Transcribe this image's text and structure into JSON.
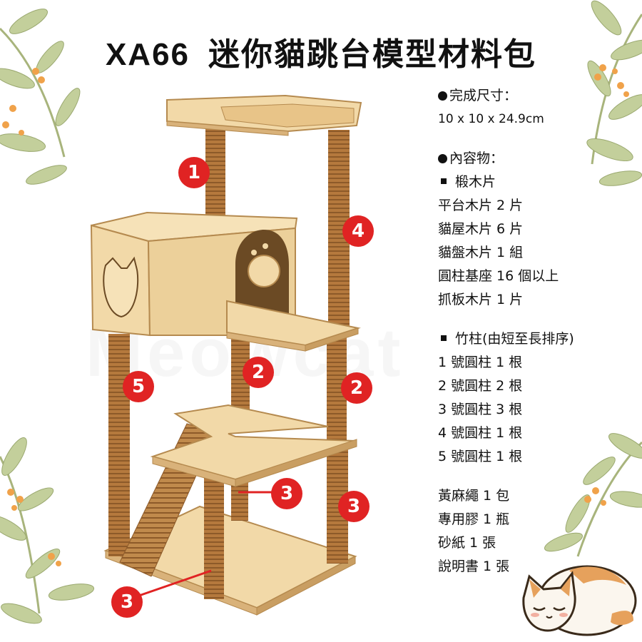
{
  "title": {
    "code": "XA66",
    "name": "迷你貓跳台模型材料包"
  },
  "watermark": "Meowcat",
  "spec": {
    "size_heading": "完成尺寸：",
    "size_value": "10 x 10 x 24.9cm",
    "contents_heading": "內容物：",
    "wood_group": {
      "heading": "椴木片",
      "items": [
        "平台木片 2 片",
        "貓屋木片 6 片",
        "貓盤木片 1 組",
        "圓柱基座 16 個以上",
        "抓板木片 1 片"
      ]
    },
    "pillar_group": {
      "heading": "竹柱(由短至長排序)",
      "items": [
        "1 號圓柱 1 根",
        "2 號圓柱 2 根",
        "3 號圓柱 3 根",
        "4 號圓柱 1 根",
        "5 號圓柱 1 根"
      ]
    },
    "extras": [
      "黃麻繩 1 包",
      "專用膠 1 瓶",
      "砂紙 1 張",
      "說明書 1 張"
    ]
  },
  "pillar_labels": [
    "1",
    "4",
    "5",
    "2",
    "2",
    "3",
    "3",
    "3"
  ],
  "colors": {
    "label_red": "#e02323",
    "wood_light": "#f2d9a8",
    "wood_edge": "#d9b27a",
    "rope": "#b5793d",
    "leaf": "#c3cf9b",
    "berry": "#f0a24a"
  }
}
